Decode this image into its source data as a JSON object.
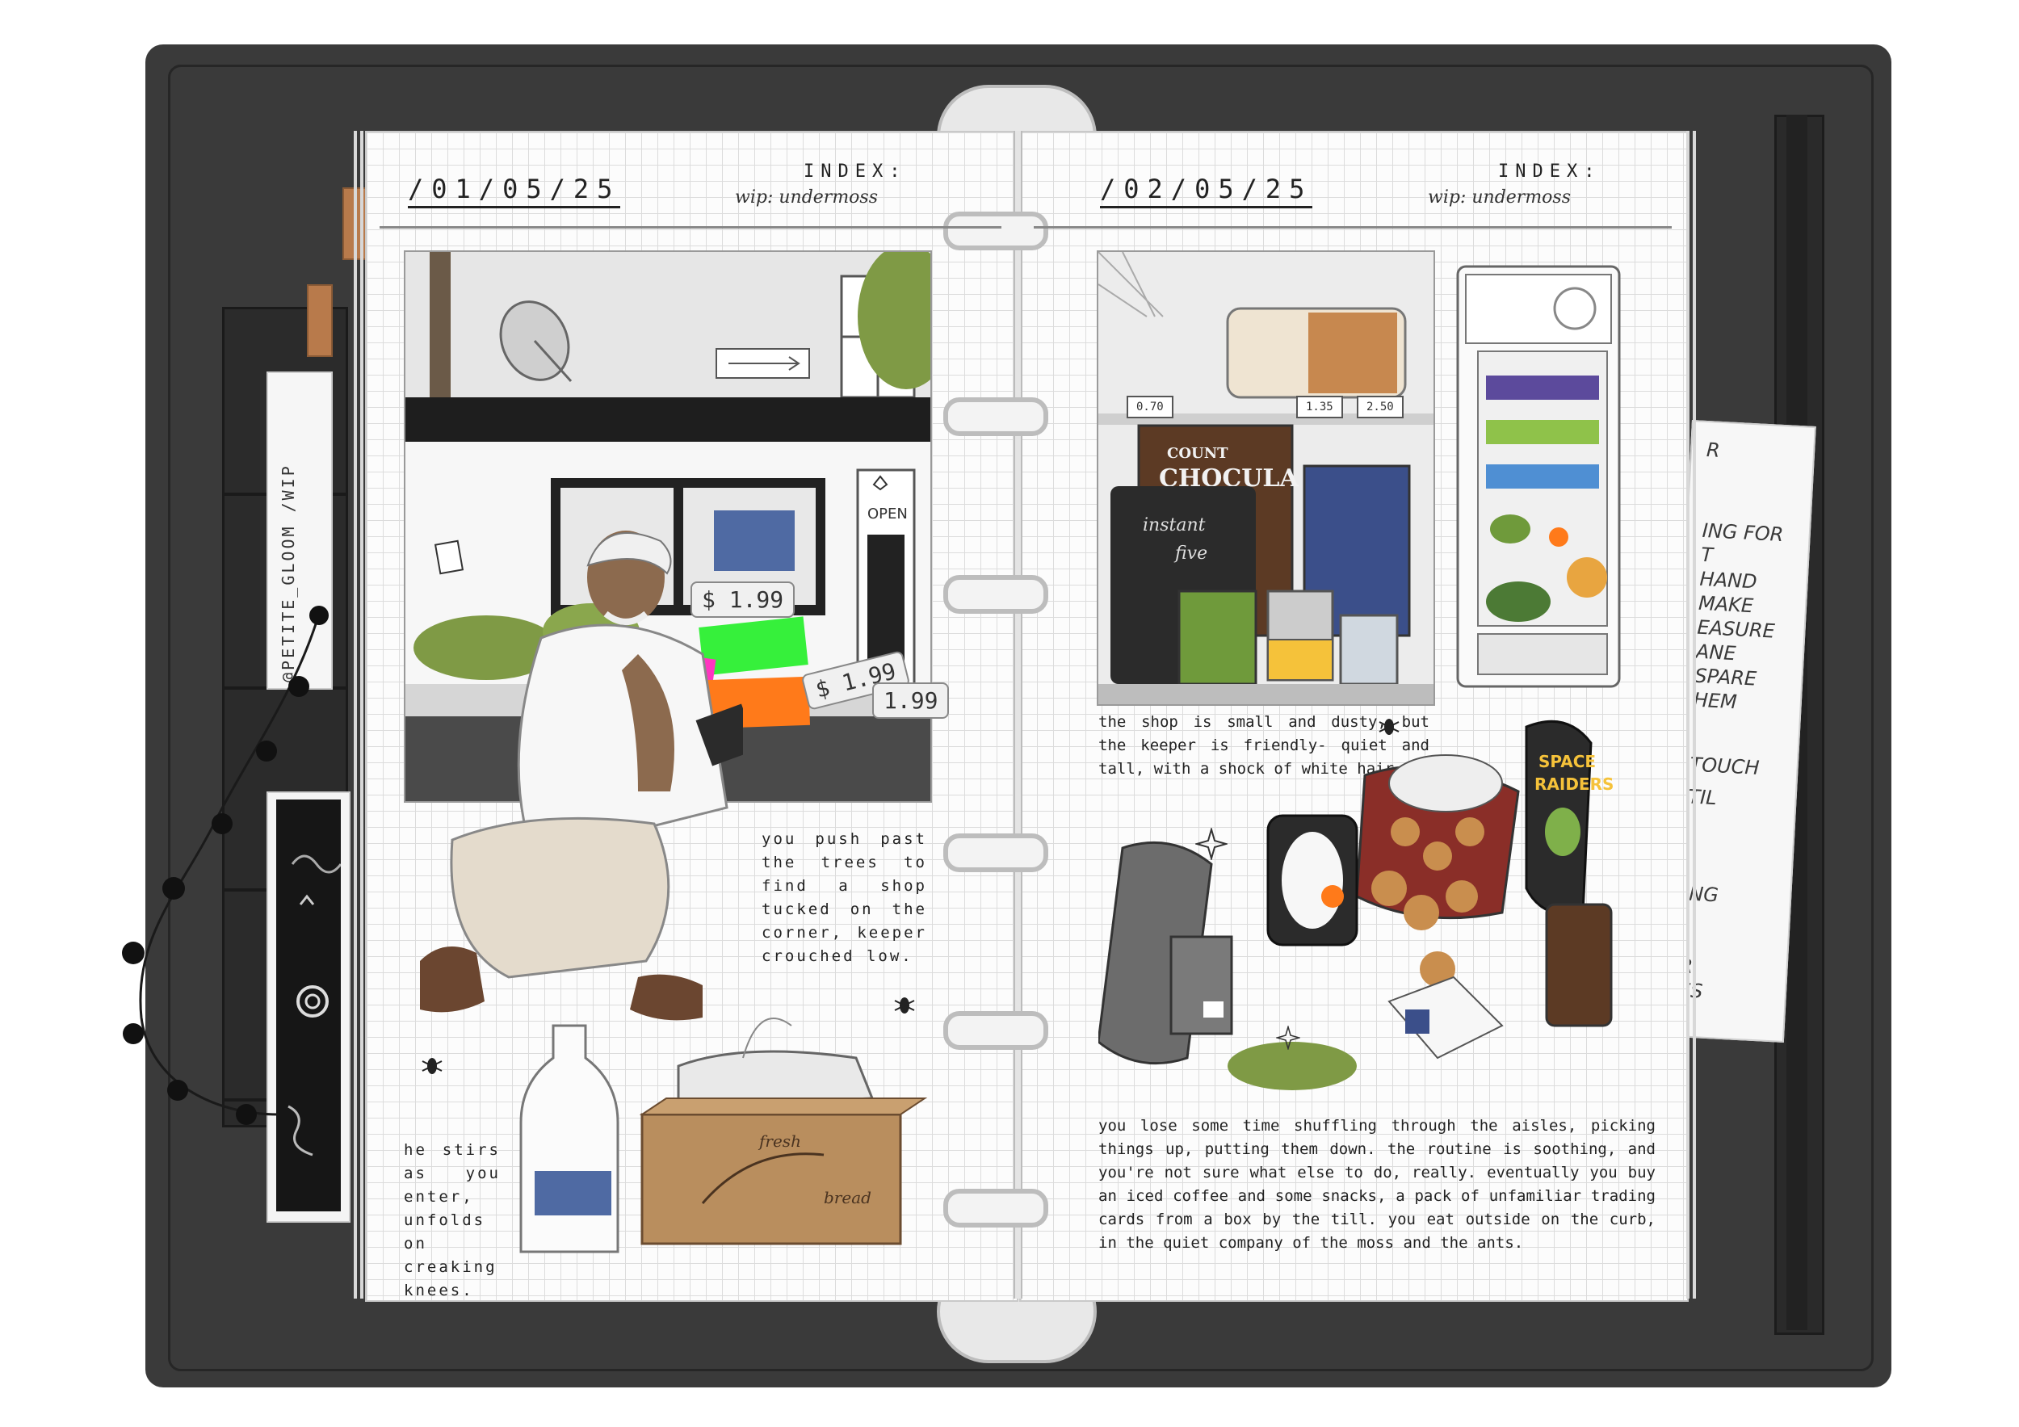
{
  "tag": {
    "text": "@PETITE_GLOOM /WIP"
  },
  "left_page": {
    "date": "/01/05/25",
    "index_label": "INDEX:",
    "wip_label": "wip: undermoss",
    "shop_sign": "OPEN",
    "price_tags": [
      "$ 1.99",
      "$ 1.99",
      "1.99"
    ],
    "caption_right": "you push past the trees to find a shop tucked on the corner, keeper crouched low.",
    "caption_left": "he stirs as you enter, unfolds on creaking knees.",
    "box_text": [
      "fresh",
      "bread"
    ]
  },
  "right_page": {
    "date": "/02/05/25",
    "index_label": "INDEX:",
    "wip_label": "wip: undermoss",
    "price_stickers": [
      "0.70",
      "1.35",
      "2.50"
    ],
    "cereal_brand": [
      "COUNT",
      "CHOCULA"
    ],
    "noodle_brand": [
      "instant",
      "five"
    ],
    "snack_brand": [
      "SPACE",
      "RAIDERS"
    ],
    "caption_top": "the shop is small and dusty, but the keeper is friendly- quiet and tall, with a shock of white hair.",
    "caption_bottom": "you lose some time shuffling through the aisles, picking things up, putting them down. the routine is soothing, and you're not sure what else to do, really. eventually you buy an iced coffee and some snacks, a pack of unfamiliar trading cards from a box by the till. you eat outside on the curb, in the quiet company of the moss and the ants."
  },
  "receipt": {
    "lines": [
      "R",
      "ING FOR",
      "T",
      "HAND",
      "MAKE",
      "EASURE",
      "ANE",
      "SPARE",
      "HEM",
      "",
      "TOUCH",
      "TIL",
      "",
      "",
      "ING",
      "",
      "R",
      "ES"
    ]
  },
  "colors": {
    "cover": "#3a3a3a",
    "tab": "#b87a4b",
    "moss": "#7f9a45",
    "neon_green": "#36f03b",
    "neon_pink": "#ff35c0",
    "neon_orange": "#ff7a1a",
    "awning": "#1e1e1e",
    "window_blue": "#4f6aa3"
  },
  "icons": [
    "spiderweb-icon",
    "ant-icon",
    "sparkle-icon",
    "star-icon"
  ]
}
